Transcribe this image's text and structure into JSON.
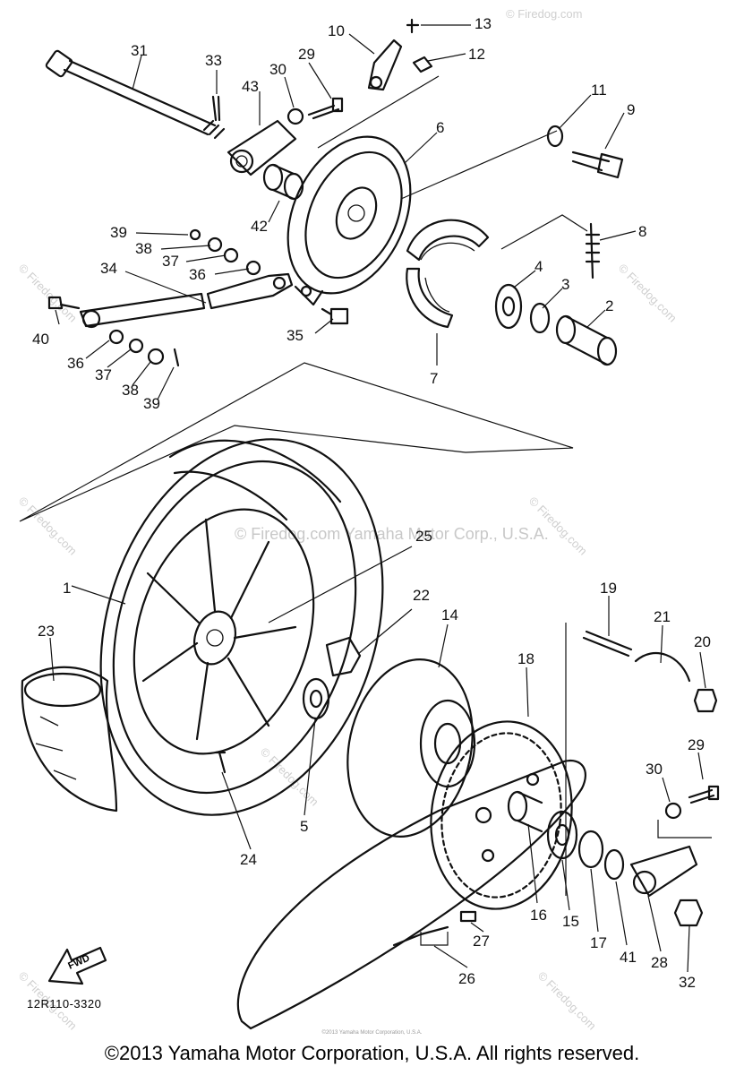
{
  "diagram": {
    "part_labels": [
      "1",
      "2",
      "3",
      "4",
      "5",
      "6",
      "7",
      "8",
      "9",
      "10",
      "11",
      "12",
      "13",
      "14",
      "15",
      "16",
      "17",
      "18",
      "19",
      "20",
      "21",
      "22",
      "23",
      "24",
      "25",
      "26",
      "27",
      "28",
      "29",
      "30",
      "31",
      "32",
      "33",
      "34",
      "35",
      "36",
      "37",
      "38",
      "39",
      "40",
      "41",
      "42",
      "43"
    ],
    "fwd_label": "FWD",
    "drawing_code": "12R110-3320",
    "watermark_text": "© Firedog.com",
    "watermark_center": "© Firedog.com    Yamaha Motor Corp., U.S.A.",
    "fine_print": "©2013 Yamaha Motor Corporation, U.S.A.",
    "copyright": "©2013 Yamaha Motor Corporation, U.S.A. All rights reserved."
  }
}
